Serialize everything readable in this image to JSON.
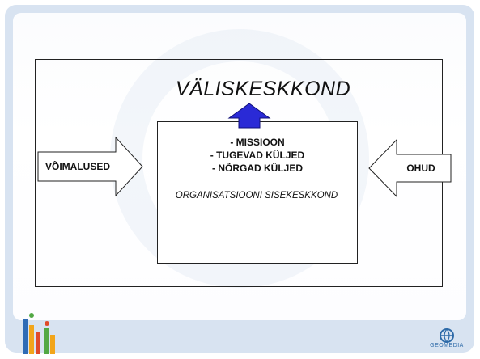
{
  "title": "VÄLISKESKKOND",
  "center": {
    "bullets": [
      "- MISSIOON",
      "- TUGEVAD KÜLJED",
      "- NÕRGAD KÜLJED"
    ],
    "label": "ORGANISATSIOONI SISEKESKKOND"
  },
  "left_arrow": {
    "label": "VÕIMALUSED"
  },
  "right_arrow": {
    "label": "OHUD"
  },
  "brand": {
    "label": "GEOMEDIA"
  },
  "colors": {
    "up_arrow": "#2a2ad6",
    "frame": "#d8e3f1",
    "brand": "#2d6aa8"
  }
}
